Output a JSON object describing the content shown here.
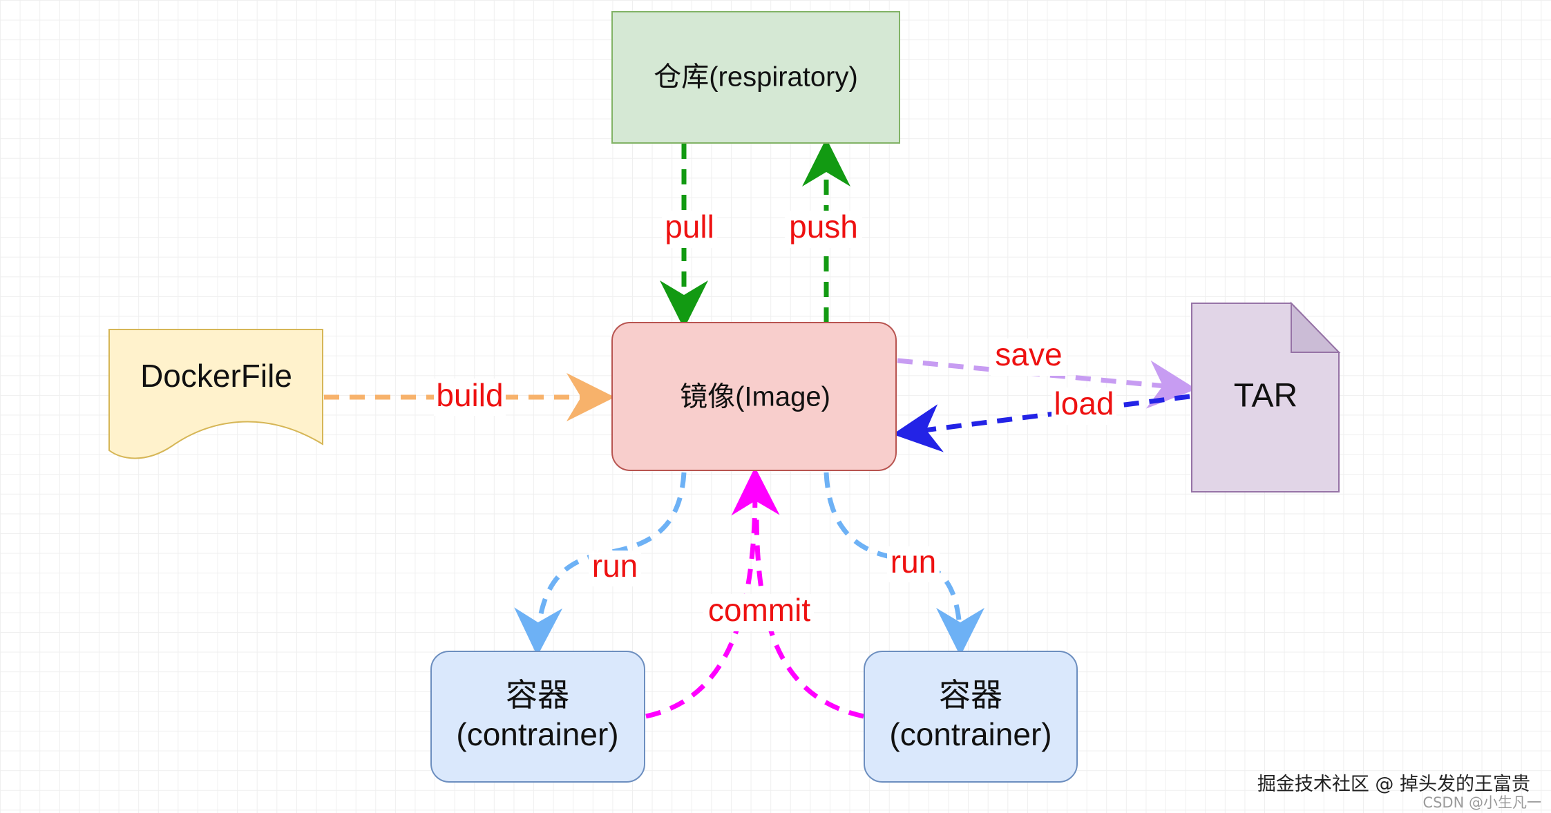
{
  "nodes": {
    "repository": "仓库(respiratory)",
    "image": "镜像(Image)",
    "dockerfile": "DockerFile",
    "tar": "TAR",
    "container_left": {
      "line1": "容器",
      "line2": "(contrainer)"
    },
    "container_right": {
      "line1": "容器",
      "line2": "(contrainer)"
    }
  },
  "edges": {
    "pull": "pull",
    "push": "push",
    "build": "build",
    "save": "save",
    "load": "load",
    "run_left": "run",
    "run_right": "run",
    "commit": "commit"
  },
  "watermark": {
    "line1": "掘金技术社区 @ 掉头发的王富贵",
    "line2": "CSDN @小生凡一"
  },
  "colors": {
    "repository_fill": "#d5e8d4",
    "repository_stroke": "#82b366",
    "image_fill": "#f8cecc",
    "image_stroke": "#b85450",
    "dockerfile_fill": "#fff2cc",
    "dockerfile_stroke": "#d6b656",
    "tar_fill": "#e1d5e7",
    "tar_stroke": "#9673a6",
    "container_fill": "#dae8fc",
    "container_stroke": "#6c8ebf",
    "pull_push": "#129a12",
    "build": "#f7b26b",
    "save": "#c79cf2",
    "load": "#2323e6",
    "run": "#6db1f5",
    "commit": "#ff00ff",
    "edge_label": "#ee1111"
  }
}
